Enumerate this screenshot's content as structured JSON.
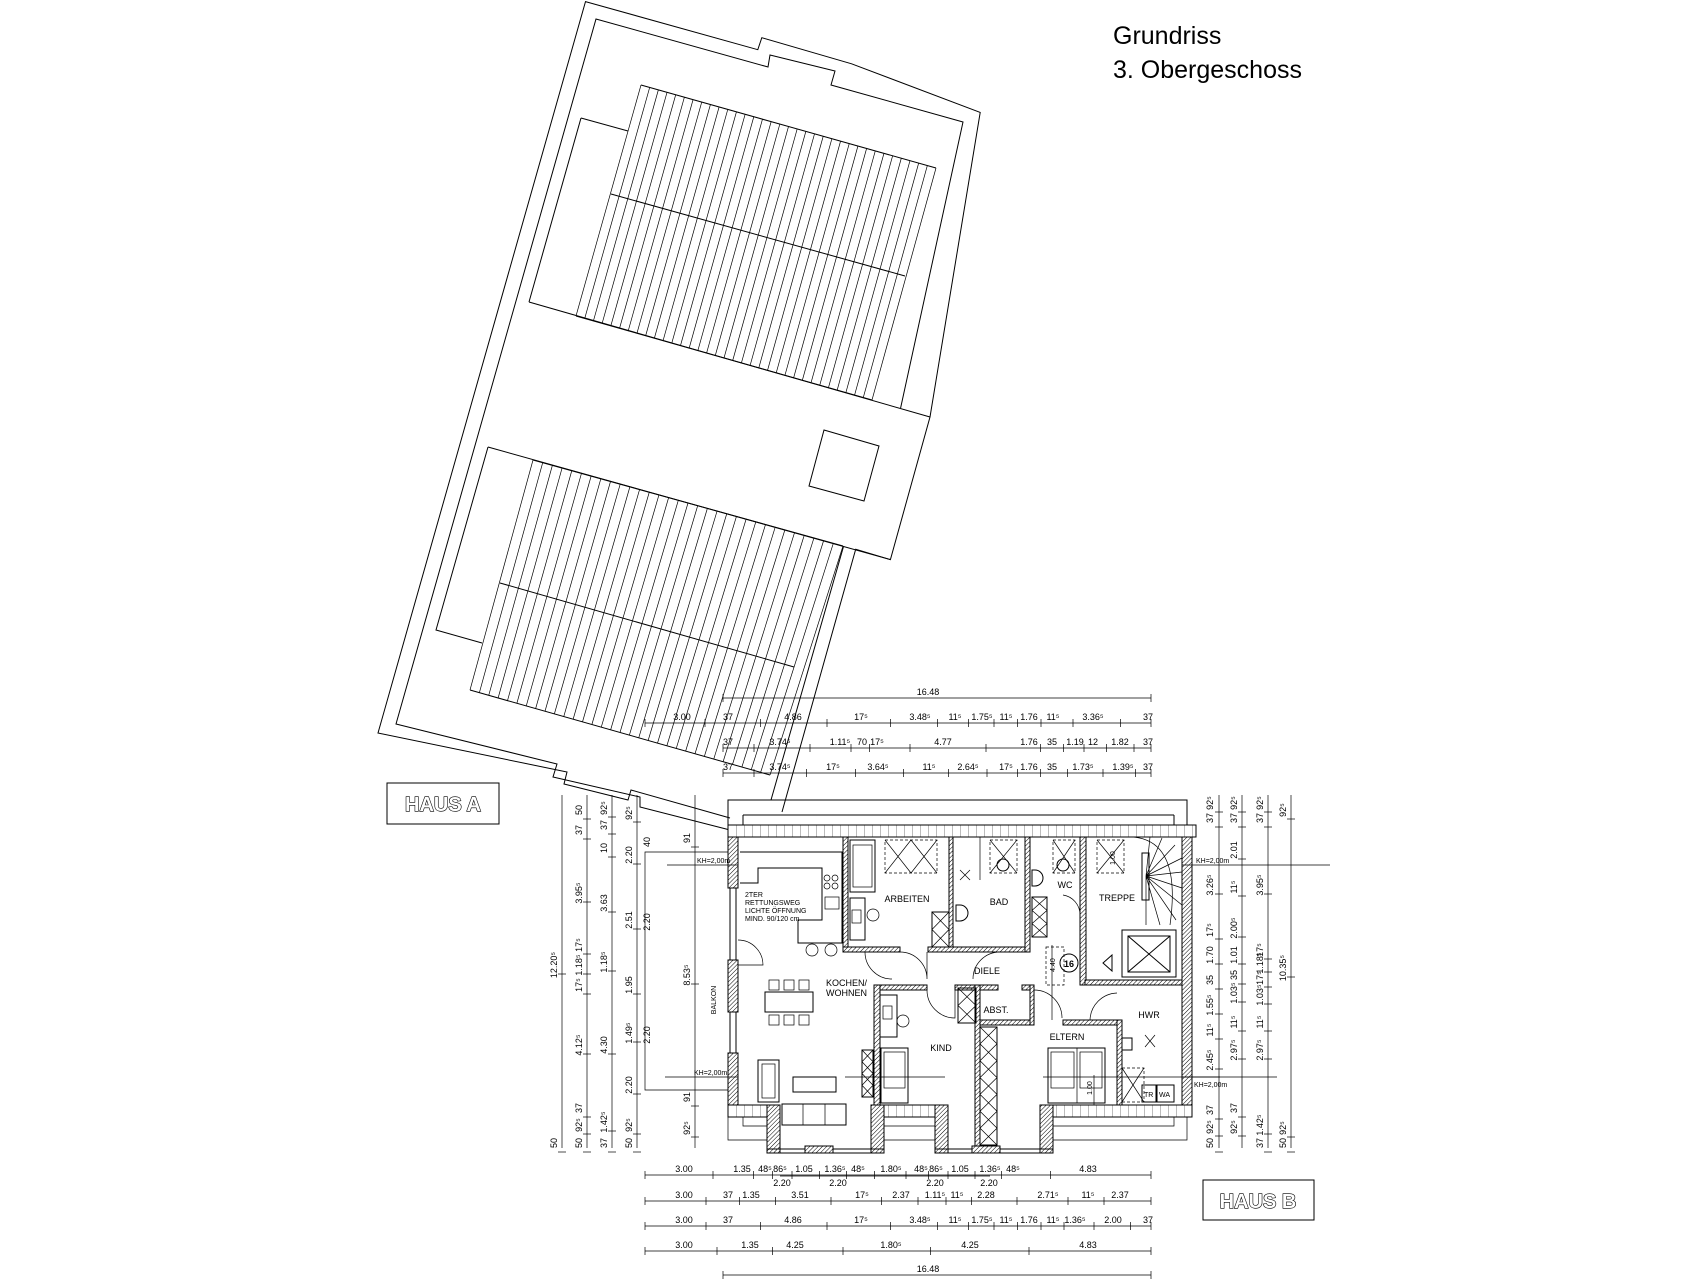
{
  "title": {
    "line1": "Grundriss",
    "line2": "3. Obergeschoss"
  },
  "labels": {
    "haus_a": "HAUS A",
    "haus_b": "HAUS B",
    "balkon": "BALKON",
    "kh_left_top": "KH=2,00m",
    "kh_left_bottom": "KH=2,00m",
    "kh_right_top": "KH=2,00m",
    "kh_right_bottom": "KH=2,00m",
    "rettungsweg": [
      "2TER",
      "RETTUNGSWEG",
      "LICHTE ÖFFNUNG",
      "MIND. 90/120 cm"
    ],
    "stair_number": "16",
    "diele_dim": "4.40",
    "treppe_dim": "1.00",
    "eltern_dim": "1.00",
    "tr": "TR",
    "wa": "WA"
  },
  "rooms": {
    "arbeiten": "ARBEITEN",
    "bad": "BAD",
    "wc": "WC",
    "treppe": "TREPPE",
    "diele": "DIELE",
    "kochen_1": "KOCHEN/",
    "kochen_2": "WOHNEN",
    "abst": "ABST.",
    "kind": "KIND",
    "eltern": "ELTERN",
    "hwr": "HWR"
  },
  "dimensions": {
    "top": [
      [
        "16.48"
      ],
      [
        "3.00",
        "37",
        "4.86",
        "17⁵",
        "3.48⁵",
        "11⁵",
        "1.75⁵",
        "11⁵",
        "1.76",
        "11⁵",
        "3.36⁵",
        "37"
      ],
      [
        "37",
        "3.74⁵",
        "1.11⁵",
        "70",
        "17⁵",
        "4.77",
        "1.76",
        "35",
        "1.19",
        "12",
        "1.82",
        "37"
      ],
      [
        "37",
        "3.74⁵",
        "17⁵",
        "3.64⁵",
        "11⁵",
        "2.64⁵",
        "17⁵",
        "1.76",
        "35",
        "1.73⁵",
        "1.39⁵",
        "37"
      ]
    ],
    "bottom": [
      [
        "3.00",
        "1.35",
        "48⁵",
        "86⁵",
        "1.05",
        "1.36⁵",
        "48⁵",
        "1.80⁵",
        "48⁵",
        "86⁵",
        "1.05",
        "1.36⁵",
        "48⁵",
        "4.83"
      ],
      [
        "2.20",
        "2.20",
        "2.20",
        "2.20"
      ],
      [
        "3.00",
        "37",
        "1.35",
        "3.51",
        "17⁵",
        "2.37",
        "1.11⁵",
        "11⁵",
        "2.28",
        "2.71⁵",
        "11⁵",
        "2.37"
      ],
      [
        "3.00",
        "37",
        "4.86",
        "17⁵",
        "3.48⁵",
        "11⁵",
        "1.75⁵",
        "11⁵",
        "1.76",
        "11⁵",
        "1.36⁵",
        "2.00",
        "37"
      ],
      [
        "3.00",
        "1.35",
        "4.25",
        "1.80⁵",
        "4.25",
        "4.83"
      ],
      [
        "16.48"
      ]
    ],
    "left": [
      [
        "12.20⁵",
        "50"
      ],
      [
        "50",
        "37",
        "3.95⁵",
        "17⁵",
        "1.18⁵",
        "17⁵",
        "4.12⁵",
        "37",
        "92⁵",
        "50"
      ],
      [
        "37",
        "92⁵",
        "10",
        "3.63",
        "1.18⁵",
        "4.30",
        "1.42⁵",
        "37"
      ],
      [
        "92⁵",
        "2.20",
        "2.51",
        "1.95",
        "1.49⁵",
        "2.20",
        "92⁵",
        "50"
      ],
      [
        "40",
        "2.20",
        "2.20"
      ],
      [
        "91",
        "8.53⁵",
        "91",
        "92⁵"
      ]
    ],
    "right": [
      [
        "37",
        "92⁵",
        "3.26⁵",
        "17⁵",
        "1.70",
        "35",
        "1.55⁵",
        "11⁵",
        "2.45⁵",
        "37",
        "92⁵",
        "50"
      ],
      [
        "37",
        "92⁵",
        "2.01",
        "11⁵",
        "2.00⁵",
        "1.01",
        "35",
        "1.03⁵",
        "11⁵",
        "2.97⁵",
        "37",
        "92⁵"
      ],
      [
        "37",
        "92⁵",
        "3.95⁵",
        "17⁵",
        "1.18⁵",
        "17⁵",
        "1.03⁵",
        "11⁵",
        "2.97⁵",
        "1.42⁵",
        "37"
      ],
      [
        "92⁵",
        "10.35⁵",
        "92⁵",
        "50"
      ]
    ]
  }
}
